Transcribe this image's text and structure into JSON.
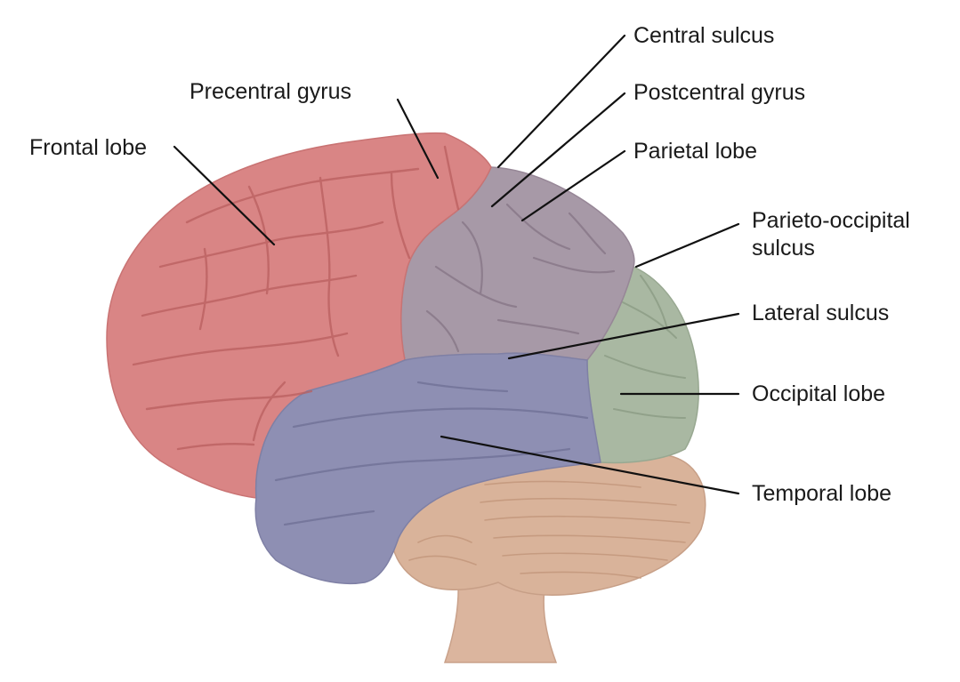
{
  "labels": {
    "frontal_lobe": "Frontal lobe",
    "precentral_gyrus": "Precentral gyrus",
    "central_sulcus": "Central sulcus",
    "postcentral_gyrus": "Postcentral gyrus",
    "parietal_lobe": "Parietal lobe",
    "parieto_occipital_sulcus": [
      "Parieto-occipital",
      "sulcus"
    ],
    "lateral_sulcus": "Lateral sulcus",
    "occipital_lobe": "Occipital lobe",
    "temporal_lobe": "Temporal lobe"
  },
  "colors": {
    "frontal": "#d98585",
    "parietal": "#a799a7",
    "occipital": "#a9b8a2",
    "temporal": "#8e8fb3",
    "cerebellum": "#d9b39a",
    "brainstem": "#dbb59e",
    "leader_line": "#111111",
    "text": "#1a1a1a"
  }
}
